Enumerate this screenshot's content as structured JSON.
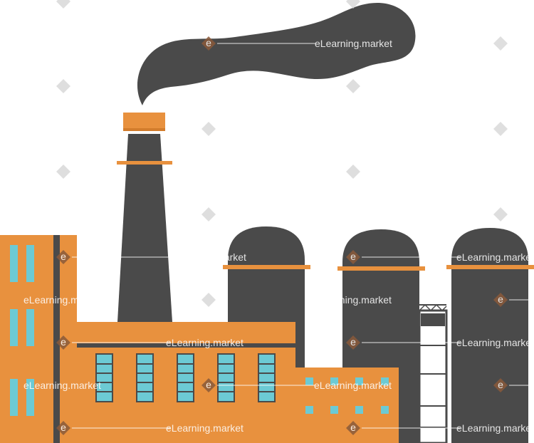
{
  "illustration": {
    "subject": "factory-with-smokestack-and-silos",
    "colors": {
      "building_orange": "#E8913E",
      "trim_orange": "#E28A36",
      "dark_gray": "#4A4A4A",
      "window_cyan": "#6CCAD4",
      "background": "#FFFFFF"
    }
  },
  "watermark": {
    "text": "eLearning.market",
    "badge_letter": "e"
  }
}
